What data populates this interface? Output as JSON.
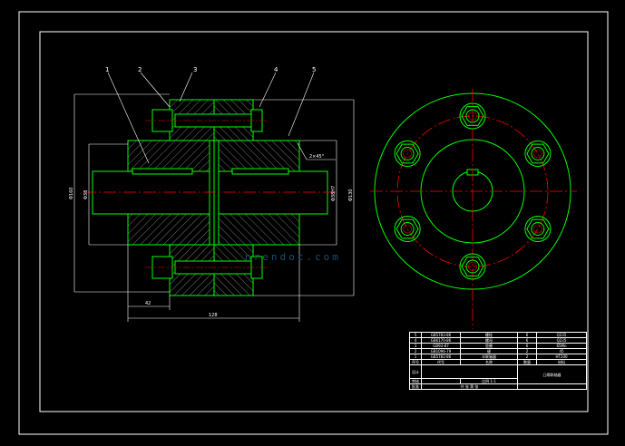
{
  "balloons": [
    "1",
    "2",
    "3",
    "4",
    "5"
  ],
  "dimensions": {
    "chamfer": "2×45°",
    "overall_length": "128",
    "hub_length": "42",
    "left_outer_dia": "Φ160",
    "left_bore_dia": "Φ38",
    "right_outer_dia": "Φ130",
    "right_bore_dia": "Φ38H7"
  },
  "watermark": "nrendoc.com",
  "title_block": {
    "parts": [
      {
        "no": "5",
        "code": "GB5783-86",
        "name": "螺栓",
        "qty": "6",
        "material": "Q235"
      },
      {
        "no": "4",
        "code": "GB6170-86",
        "name": "螺母",
        "qty": "6",
        "material": "Q235"
      },
      {
        "no": "3",
        "code": "GB93-87",
        "name": "垫圈",
        "qty": "6",
        "material": "65Mn"
      },
      {
        "no": "2",
        "code": "GB1096-79",
        "name": "键",
        "qty": "2",
        "material": "45"
      },
      {
        "no": "1",
        "code": "GB5782-86",
        "name": "半联轴器",
        "qty": "2",
        "material": "HT200"
      }
    ],
    "header": {
      "no": "序号",
      "code": "代号",
      "name": "名称",
      "qty": "数量",
      "material": "材料"
    },
    "design": "设计",
    "check": "审核",
    "approve": "批准",
    "scale_label": "比例",
    "scale": "1:1",
    "drawing_title": "凸缘联轴器",
    "sheet": "共 张 第 张"
  }
}
